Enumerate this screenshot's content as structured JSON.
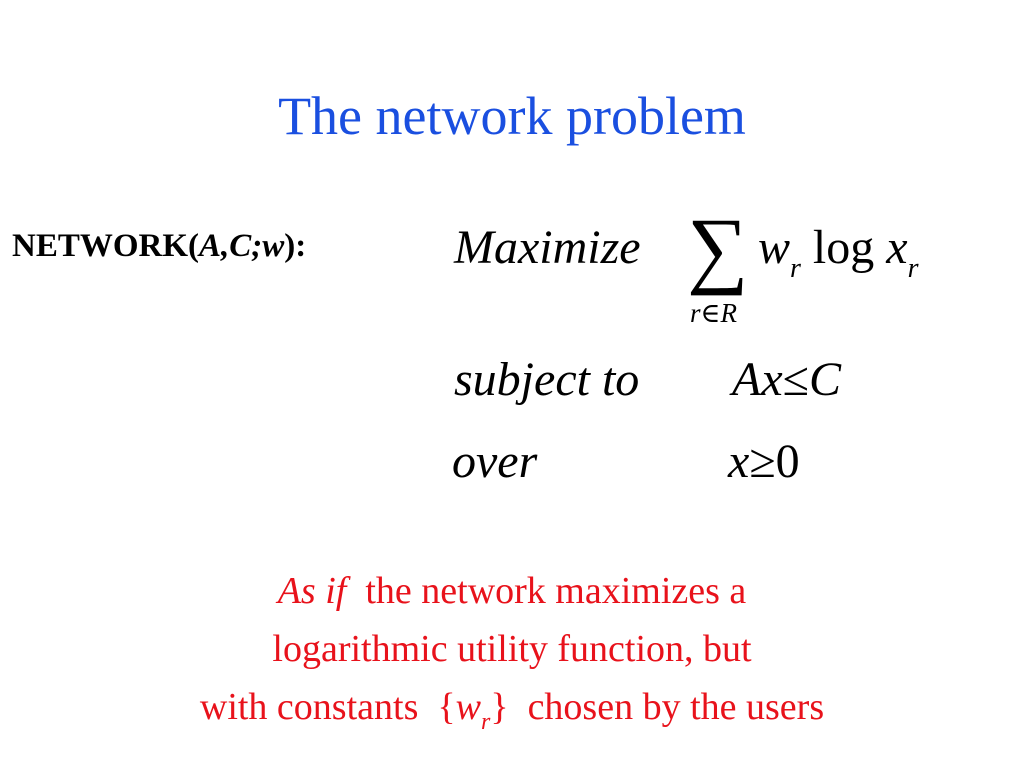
{
  "slide": {
    "title": "The network problem",
    "network_label": {
      "prefix": "NETWORK(",
      "args": "A,C;w",
      "suffix": "):"
    },
    "objective": {
      "keyword": "Maximize",
      "sum_symbol": "∑",
      "sum_index": "r∈R",
      "weight": "w",
      "weight_sub": "r",
      "log": "log",
      "var": "x",
      "var_sub": "r"
    },
    "constraint": {
      "keyword": "subject to",
      "expr_left": "Ax",
      "operator": "≤",
      "expr_right": "C"
    },
    "domain": {
      "keyword": "over",
      "expr_left": "x",
      "operator": "≥",
      "expr_right": "0"
    },
    "caption": {
      "line1_italic": "As if",
      "line1_rest": "the network maximizes a",
      "line2": "logarithmic utility function, but",
      "line3_start": "with constants",
      "brace_open": "{",
      "w": "w",
      "w_sub": "r",
      "brace_close": "}",
      "line3_end": "chosen by the users"
    },
    "colors": {
      "title": "#1a4fe0",
      "caption": "#e8121b",
      "text": "#000000"
    }
  }
}
